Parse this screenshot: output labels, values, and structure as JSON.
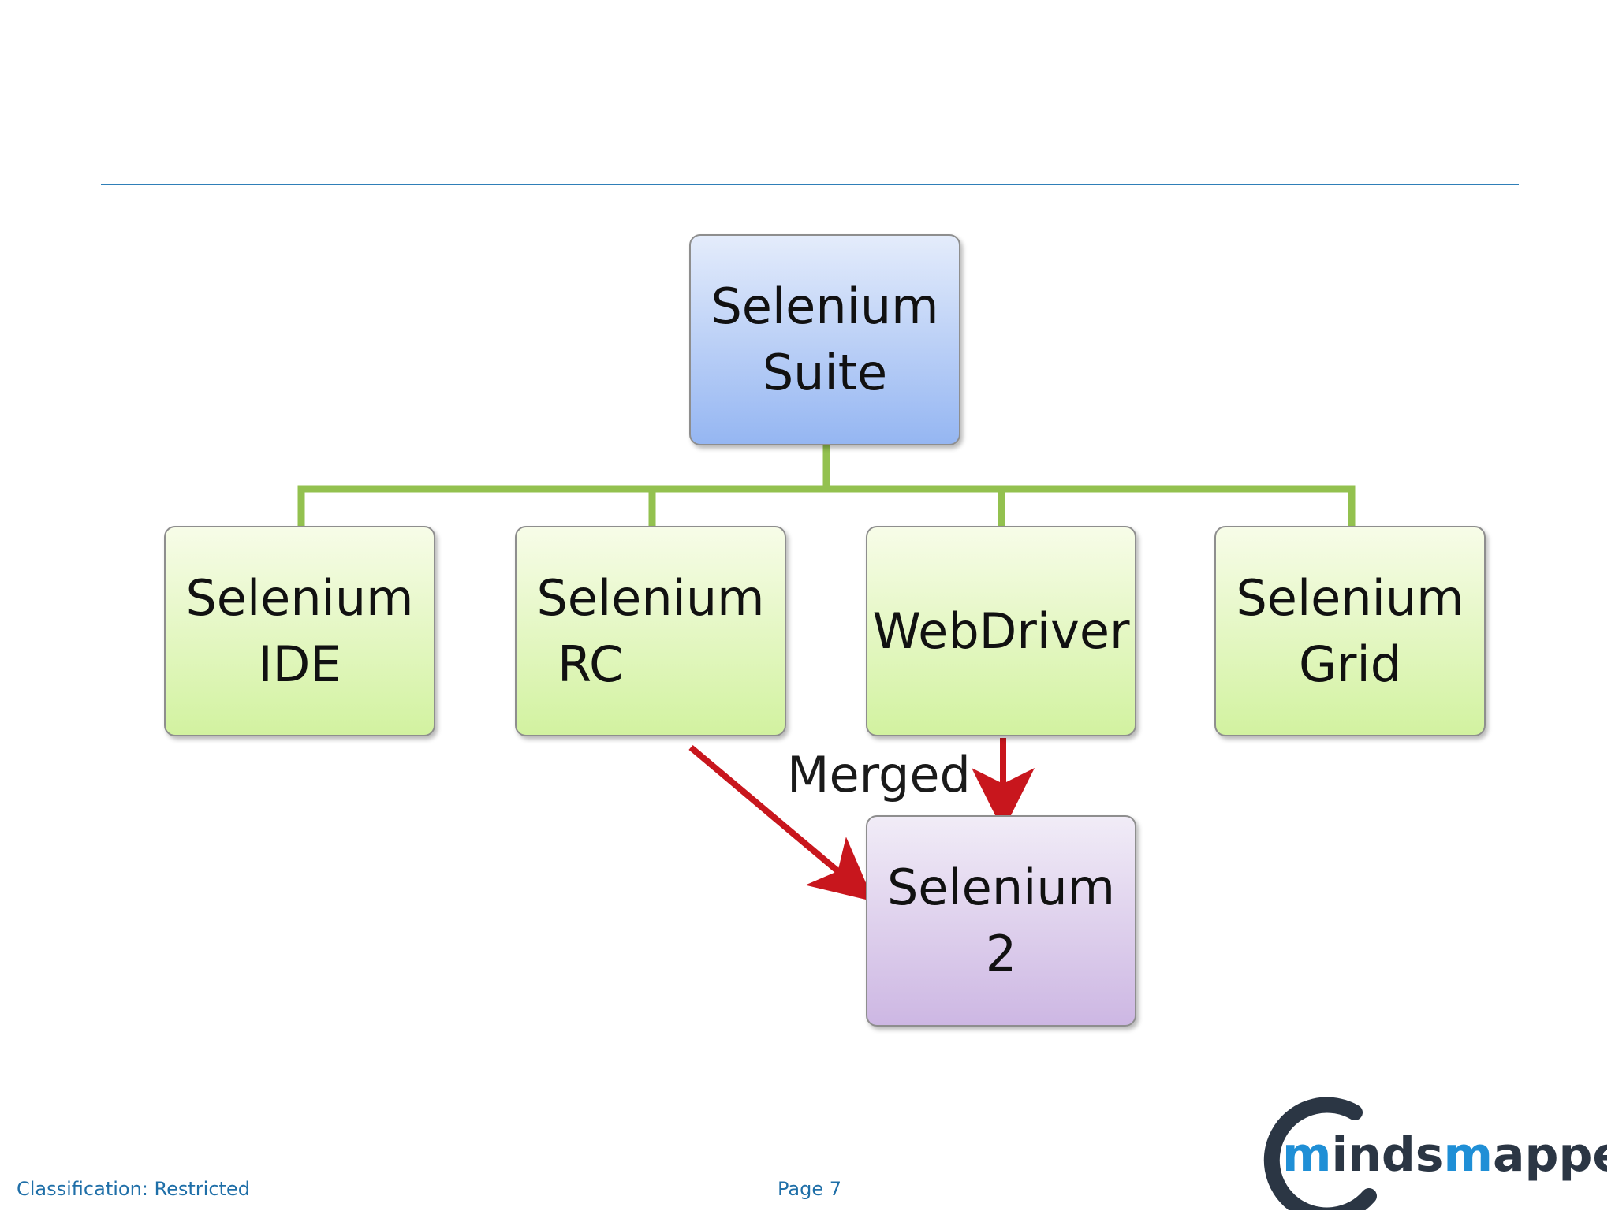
{
  "diagram": {
    "nodes": {
      "suite": {
        "line1": "Selenium",
        "line2": "Suite"
      },
      "ide": {
        "line1": "Selenium",
        "line2": "IDE"
      },
      "rc": {
        "line1": "Selenium",
        "line2": "RC"
      },
      "webdriver": {
        "line1": "WebDriver"
      },
      "grid": {
        "line1": "Selenium",
        "line2": "Grid"
      },
      "selenium2": {
        "line1": "Selenium",
        "line2": "2"
      }
    },
    "merge_label": "Merged",
    "colors": {
      "connector": "#93c14f",
      "merge_arrow": "#c8161d",
      "rule": "#2f7fb8"
    }
  },
  "footer": {
    "classification": "Classification: Restricted",
    "page": "Page 7"
  },
  "logo": {
    "text_blue": "m",
    "text_dark": "inds",
    "text_blue2": "m",
    "text_dark2": "apped"
  }
}
